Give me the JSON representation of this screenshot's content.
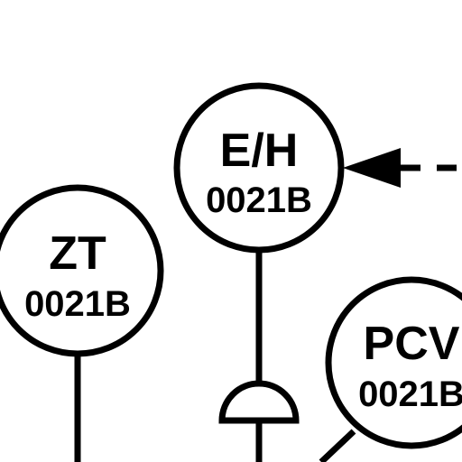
{
  "diagram": {
    "instruments": [
      {
        "id": "zt",
        "function": "ZT",
        "loop": "0021B"
      },
      {
        "id": "eh",
        "function": "E/H",
        "loop": "0021B"
      },
      {
        "id": "pcv",
        "function": "PCV",
        "loop": "0021B"
      }
    ],
    "colors": {
      "stroke": "#000000",
      "background": "#ffffff"
    }
  }
}
